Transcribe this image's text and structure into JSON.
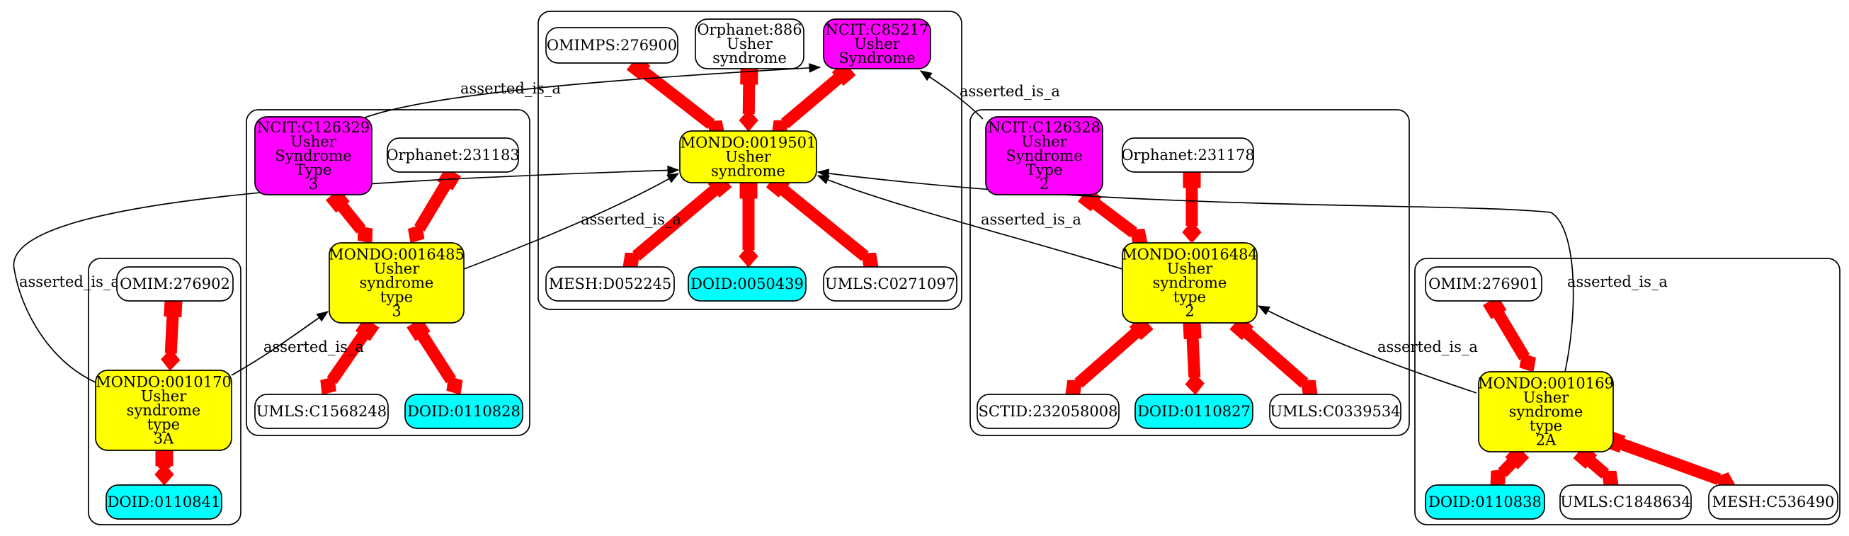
{
  "colors": {
    "mondo": "#ffff00",
    "ncit": "#ff00ff",
    "doid": "#00ffff",
    "other": "#ffffff",
    "xref_edge": "#ff0000",
    "isa_edge": "#000000"
  },
  "edge_label": "asserted_is_a",
  "nodes": {
    "omimps_276900": [
      "OMIMPS:276900"
    ],
    "orphanet_886": [
      "Orphanet:886",
      "Usher",
      "syndrome"
    ],
    "ncit_c85217": [
      "NCIT:C85217",
      "Usher",
      "Syndrome"
    ],
    "mondo_0019501": [
      "MONDO:0019501",
      "Usher",
      "syndrome"
    ],
    "mesh_d052245": [
      "MESH:D052245"
    ],
    "doid_0050439": [
      "DOID:0050439"
    ],
    "umls_c0271097": [
      "UMLS:C0271097"
    ],
    "ncit_c126329": [
      "NCIT:C126329",
      "Usher",
      "Syndrome",
      "Type",
      "3"
    ],
    "orphanet_231183": [
      "Orphanet:231183"
    ],
    "mondo_0016485": [
      "MONDO:0016485",
      "Usher",
      "syndrome",
      "type",
      "3"
    ],
    "umls_c1568248": [
      "UMLS:C1568248"
    ],
    "doid_0110828": [
      "DOID:0110828"
    ],
    "omim_276902": [
      "OMIM:276902"
    ],
    "mondo_0010170": [
      "MONDO:0010170",
      "Usher",
      "syndrome",
      "type",
      "3A"
    ],
    "doid_0110841": [
      "DOID:0110841"
    ],
    "ncit_c126328": [
      "NCIT:C126328",
      "Usher",
      "Syndrome",
      "Type",
      "2"
    ],
    "orphanet_231178": [
      "Orphanet:231178"
    ],
    "mondo_0016484": [
      "MONDO:0016484",
      "Usher",
      "syndrome",
      "type",
      "2"
    ],
    "sctid_232058008": [
      "SCTID:232058008"
    ],
    "doid_0110827": [
      "DOID:0110827"
    ],
    "umls_c0339534": [
      "UMLS:C0339534"
    ],
    "omim_276901": [
      "OMIM:276901"
    ],
    "mondo_0010169": [
      "MONDO:0010169",
      "Usher",
      "syndrome",
      "type",
      "2A"
    ],
    "doid_0110838": [
      "DOID:0110838"
    ],
    "umls_c1848634": [
      "UMLS:C1848634"
    ],
    "mesh_c536490": [
      "MESH:C536490"
    ]
  }
}
